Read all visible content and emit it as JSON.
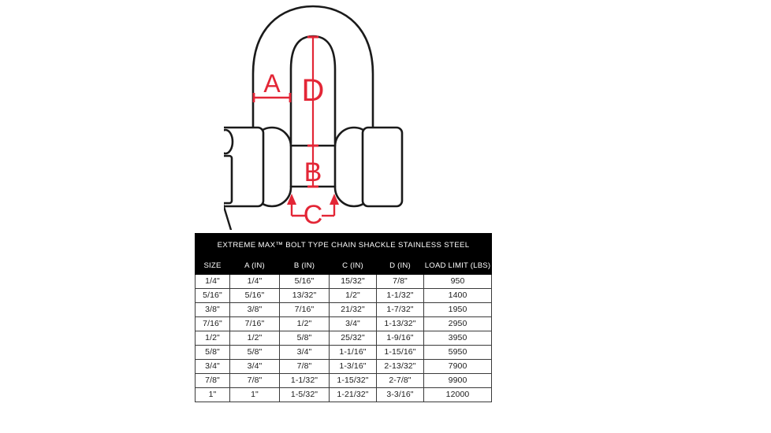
{
  "diagram": {
    "alt_title": "Bolt type chain shackle dimension diagram",
    "dimension_labels": {
      "a": "A",
      "b": "B",
      "c": "C",
      "d": "D"
    },
    "colors": {
      "dimension_red": "#e32636",
      "outline_black": "#1a1a1a",
      "background": "#ffffff"
    },
    "parts": {
      "bow": "shackle-bow",
      "pin": "bolt-pin",
      "nut": "hex-nut",
      "cotter_pin": "cotter-pin",
      "eye": "cotter-pin-eye"
    }
  },
  "table": {
    "title": "EXTREME MAX™ BOLT TYPE CHAIN SHACKLE STAINLESS STEEL",
    "columns": [
      "SIZE",
      "A (IN)",
      "B (IN)",
      "C (IN)",
      "D (IN)",
      "LOAD LIMIT (LBS)"
    ],
    "rows": [
      {
        "size": "1/4\"",
        "a": "1/4\"",
        "b": "5/16\"",
        "c": "15/32\"",
        "d": "7/8\"",
        "load": "950"
      },
      {
        "size": "5/16\"",
        "a": "5/16\"",
        "b": "13/32\"",
        "c": "1/2\"",
        "d": "1-1/32\"",
        "load": "1400"
      },
      {
        "size": "3/8\"",
        "a": "3/8\"",
        "b": "7/16\"",
        "c": "21/32\"",
        "d": "1-7/32\"",
        "load": "1950"
      },
      {
        "size": "7/16\"",
        "a": "7/16\"",
        "b": "1/2\"",
        "c": "3/4\"",
        "d": "1-13/32\"",
        "load": "2950"
      },
      {
        "size": "1/2\"",
        "a": "1/2\"",
        "b": "5/8\"",
        "c": "25/32\"",
        "d": "1-9/16\"",
        "load": "3950"
      },
      {
        "size": "5/8\"",
        "a": "5/8\"",
        "b": "3/4\"",
        "c": "1-1/16\"",
        "d": "1-15/16\"",
        "load": "5950"
      },
      {
        "size": "3/4\"",
        "a": "3/4\"",
        "b": "7/8\"",
        "c": "1-3/16\"",
        "d": "2-13/32\"",
        "load": "7900"
      },
      {
        "size": "7/8\"",
        "a": "7/8\"",
        "b": "1-1/32\"",
        "c": "1-15/32\"",
        "d": "2-7/8\"",
        "load": "9900"
      },
      {
        "size": "1\"",
        "a": "1\"",
        "b": "1-5/32\"",
        "c": "1-21/32\"",
        "d": "3-3/16\"",
        "load": "12000"
      }
    ]
  }
}
